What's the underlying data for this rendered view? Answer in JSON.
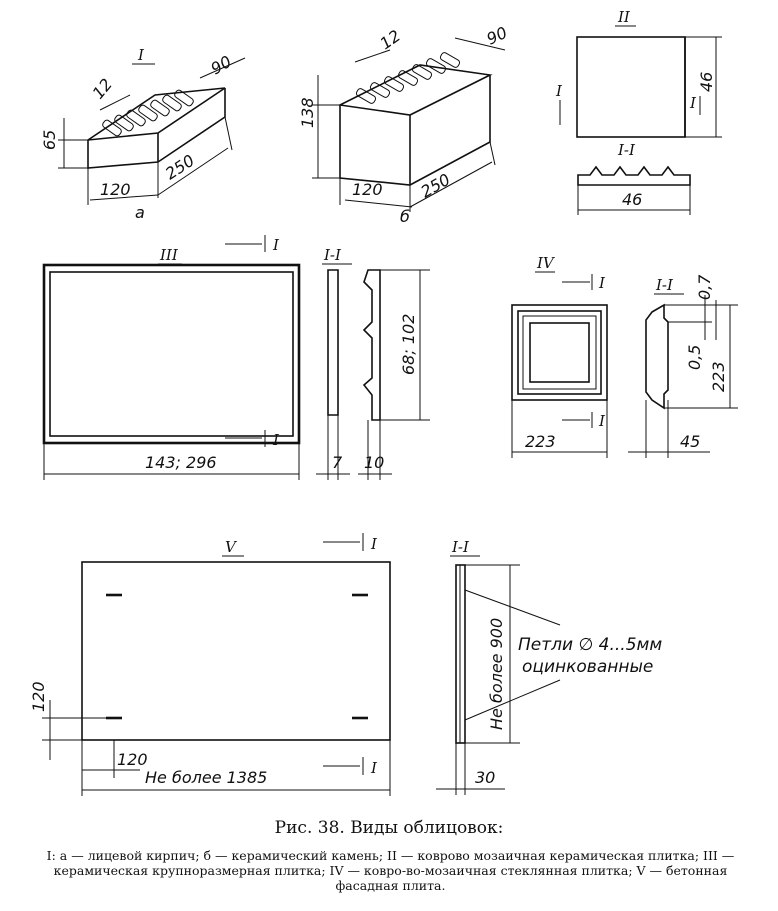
{
  "figure": {
    "caption": "Рис. 38. Виды облицовок:",
    "legend": "I: а — лицевой кирпич; б — керамический камень; II — ковровo мозаичная керамическая плитка; III — керамическая крупноразмерная плитка; IV — ковро-во-мозаичная стеклянная плитка; V — бетонная фасадная плита."
  },
  "views": {
    "v1": {
      "roman": "I",
      "sub_a": "а",
      "sub_b": "б",
      "brick": {
        "d_slot": "12",
        "d_width": "90",
        "d_height": "65",
        "d_w2": "120",
        "d_len": "250"
      },
      "stone": {
        "d_slot": "12",
        "d_width": "90",
        "d_height": "138",
        "d_w2": "120",
        "d_len": "250"
      }
    },
    "v2": {
      "roman": "II",
      "section_mark": "I",
      "section_title": "I-I",
      "d_height": "46",
      "d_width": "46"
    },
    "v3": {
      "roman": "III",
      "section_mark": "I",
      "section_title": "I-I",
      "d_width": "143; 296",
      "d_height": "68; 102",
      "d_t1": "7",
      "d_t2": "10"
    },
    "v4": {
      "roman": "IV",
      "section_mark": "I",
      "section_title": "I-I",
      "d_07": "0,7",
      "d_05": "0,5",
      "d_223v": "223",
      "d_223h": "223",
      "d_45": "45"
    },
    "v5": {
      "roman": "V",
      "section_mark": "I",
      "section_title": "I-I",
      "d_120v": "120",
      "d_120h": "120",
      "d_len": "Не более 1385",
      "d_h": "Не более 900",
      "d_30": "30",
      "note_1": "Петли ∅ 4...5мм",
      "note_2": "оцинкованные"
    }
  }
}
